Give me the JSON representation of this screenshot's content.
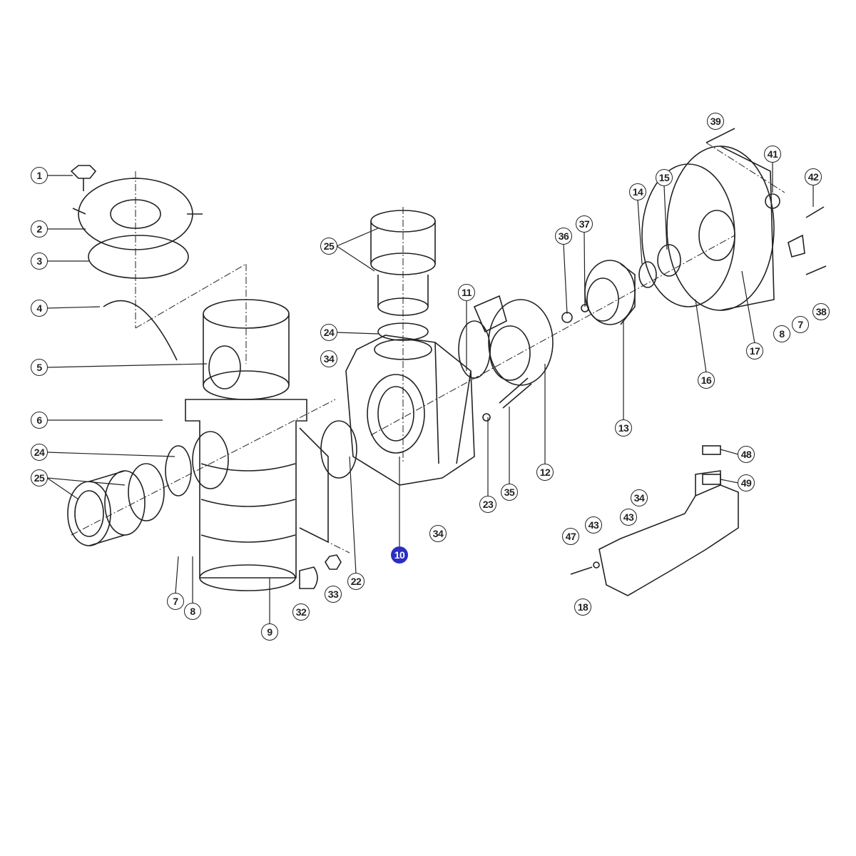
{
  "diagram": {
    "type": "exploded-parts-diagram",
    "highlight_color": "#2b2fbf",
    "line_color": "#222222",
    "highlighted_part": "10",
    "callouts": [
      "1",
      "2",
      "3",
      "4",
      "5",
      "6",
      "24",
      "25",
      "7",
      "8",
      "9",
      "32",
      "33",
      "22",
      "10",
      "34",
      "23",
      "35",
      "12",
      "13",
      "16",
      "17",
      "8",
      "7",
      "38",
      "42",
      "41",
      "39",
      "15",
      "14",
      "36",
      "37",
      "11",
      "25",
      "24",
      "34",
      "48",
      "49",
      "34",
      "43",
      "43",
      "47",
      "18"
    ]
  }
}
